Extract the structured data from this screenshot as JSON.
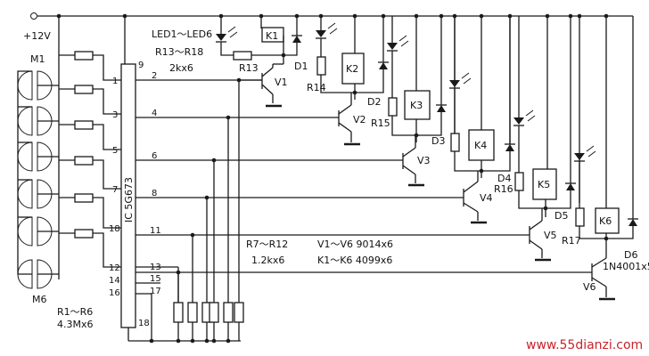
{
  "supply_label": "+12V",
  "ic_label": "IC 5G673",
  "sensors": [
    "M1",
    "M6"
  ],
  "ic_pins": {
    "p9": "9",
    "p1": "1",
    "p2": "2",
    "p3": "3",
    "p4": "4",
    "p5": "5",
    "p6": "6",
    "p7": "7",
    "p8": "8",
    "p18a": "18",
    "p11": "11",
    "p12": "12",
    "p14": "14",
    "p16": "16",
    "p13": "13",
    "p15": "15",
    "p17": "17",
    "p18b": "18"
  },
  "legend": {
    "led": "LED1～LED6",
    "r_collector": "R13～R18",
    "r_collector_val": "2kx6",
    "r_input": "R1～R6",
    "r_input_val": "4.3Mx6",
    "r_base": "R7～R12",
    "r_base_val": "1.2kx6",
    "transistors": "V1～V6  9014x6",
    "relays": "K1～K6  4099x6"
  },
  "relays": [
    "K1",
    "K2",
    "K3",
    "K4",
    "K5",
    "K6"
  ],
  "transistors": [
    "V1",
    "V2",
    "V3",
    "V4",
    "V5",
    "V6"
  ],
  "diodes": [
    "D1",
    "D2",
    "D3",
    "D4",
    "D5",
    "D6"
  ],
  "diode_part": "1N4001x5",
  "resistors": [
    "R13",
    "R14",
    "R15",
    "R16",
    "R17"
  ],
  "watermark": "www.55dianzi.com"
}
